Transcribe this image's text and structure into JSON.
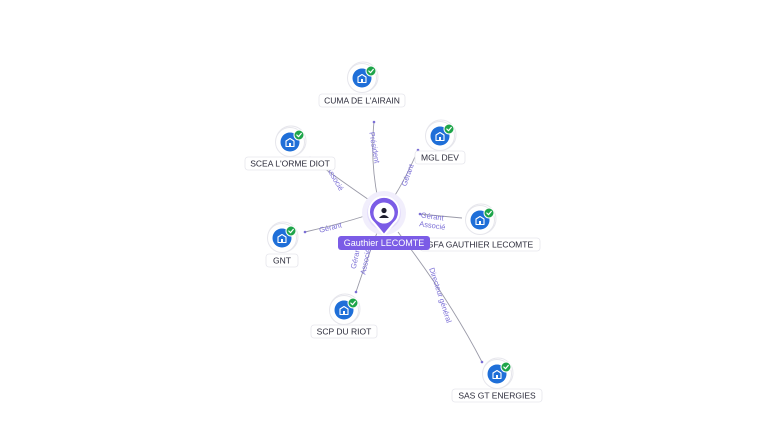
{
  "person": {
    "name": "Gauthier LECOMTE",
    "icon": "person-icon",
    "color": "#7b5ce6"
  },
  "companies": [
    {
      "id": "cuma",
      "label": "CUMA DE L'AIRAIN",
      "relations": [
        "Président"
      ],
      "icon": "building-icon",
      "status": "verified-check-icon"
    },
    {
      "id": "mgl",
      "label": "MGL DEV",
      "relations": [
        "Gérant"
      ],
      "icon": "building-icon",
      "status": "verified-check-icon"
    },
    {
      "id": "scea",
      "label": "SCEA L'ORME DIOT",
      "relations": [
        "Associé"
      ],
      "icon": "building-icon",
      "status": "verified-check-icon"
    },
    {
      "id": "gfa",
      "label": "GFA GAUTHIER LECOMTE",
      "relations": [
        "Gérant",
        "Associé"
      ],
      "icon": "building-icon",
      "status": "verified-check-icon"
    },
    {
      "id": "gnt",
      "label": "GNT",
      "relations": [
        "Gérant"
      ],
      "icon": "building-icon",
      "status": "verified-check-icon"
    },
    {
      "id": "scp",
      "label": "SCP DU RIOT",
      "relations": [
        "Gérant",
        "Associé"
      ],
      "icon": "building-icon",
      "status": "verified-check-icon"
    },
    {
      "id": "sasgt",
      "label": "SAS GT ENERGIES",
      "relations": [
        "Directeur général"
      ],
      "icon": "building-icon",
      "status": "verified-check-icon"
    }
  ],
  "colors": {
    "company_node": "#1f6fd8",
    "check_badge": "#1ea54a",
    "edge": "#9a9aa8",
    "edge_label": "#7b6fd6"
  }
}
